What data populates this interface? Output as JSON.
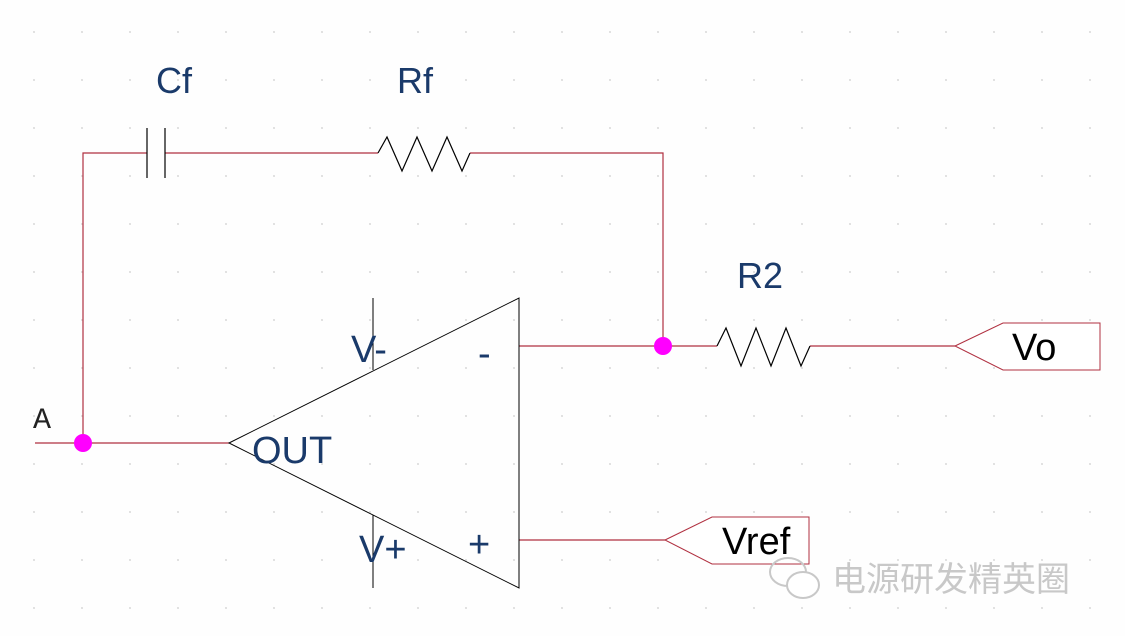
{
  "components": {
    "capacitor": {
      "label": "Cf"
    },
    "feedback_resistor": {
      "label": "Rf"
    },
    "input_resistor": {
      "label": "R2"
    },
    "opamp": {
      "out_label": "OUT",
      "vminus_label": "V-",
      "vplus_label": "V+",
      "inverting_label": "-",
      "noninverting_label": "+"
    }
  },
  "nets": {
    "node_a": "A",
    "output_port": "Vo",
    "reference_port": "Vref"
  },
  "watermark": {
    "text": "电源研发精英圈",
    "icon": "wechat-icon"
  },
  "colors": {
    "wire": "#b03040",
    "component": "#000000",
    "junction": "#ff00ff",
    "label": "#1a3a6a"
  }
}
